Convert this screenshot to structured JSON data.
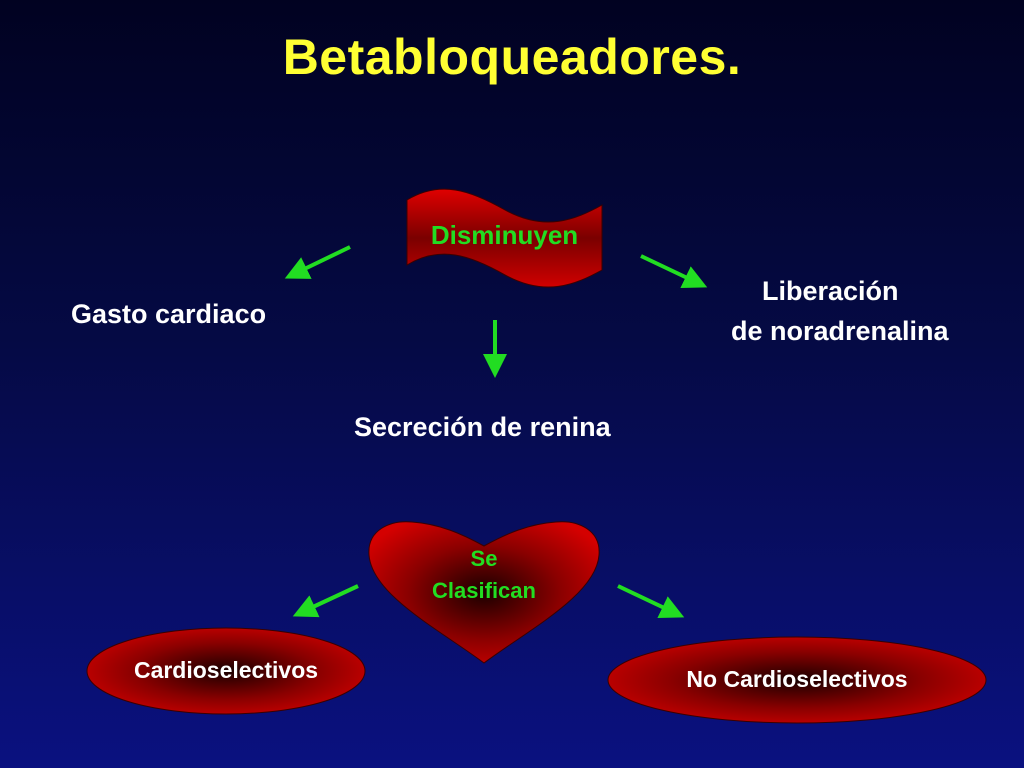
{
  "title": "Betabloqueadores.",
  "top_center": "Disminuyen",
  "effects": {
    "left": "Gasto cardiaco",
    "right_line1": "Liberación",
    "right_line2": "de noradrenalina",
    "bottom": "Secreción de renina"
  },
  "classification": {
    "center_line1": "Se",
    "center_line2": "Clasifican",
    "left": "Cardioselectivos",
    "right": "No Cardioselectivos"
  },
  "colors": {
    "title": "#ffff33",
    "arrows": "#22dd22",
    "shape_fill": "#b00000",
    "label_green": "#22dd22",
    "text_white": "#ffffff"
  }
}
